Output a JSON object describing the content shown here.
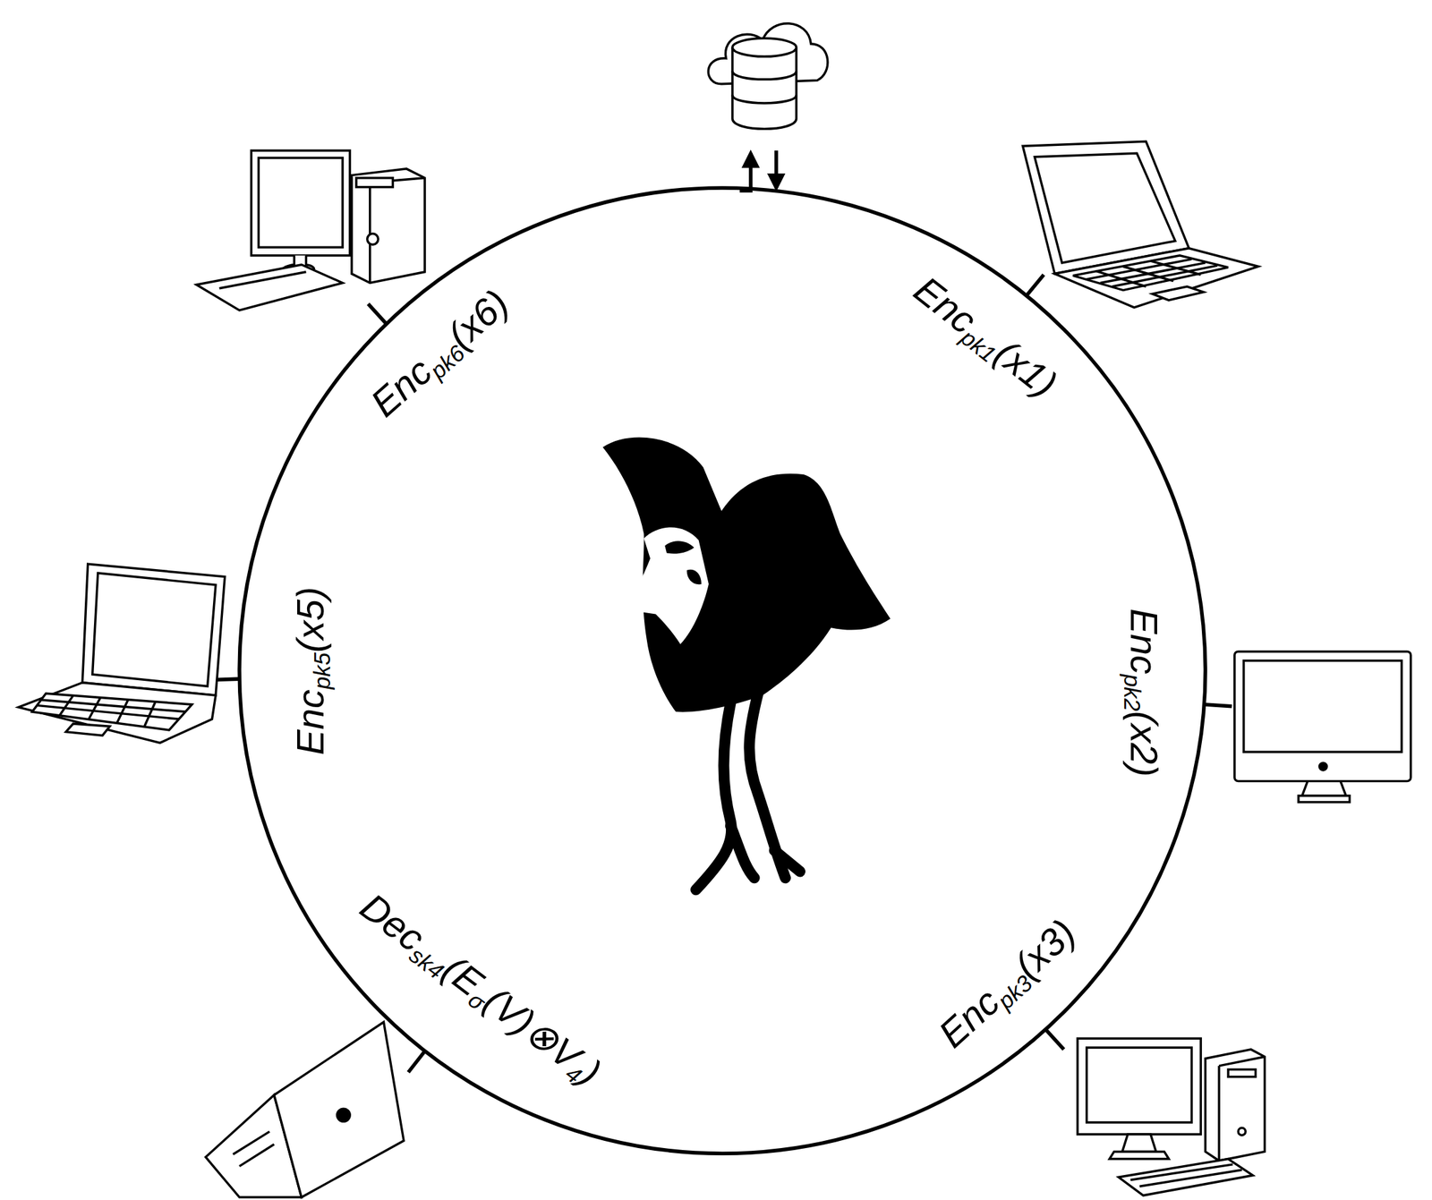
{
  "diagram": {
    "labels": [
      "Enc",
      "pk1",
      "(x1)",
      "Enc",
      "pk2",
      "(x2)",
      "Enc",
      "pk3",
      "(x3)",
      "Dec",
      "sk4",
      "(E",
      "σ",
      "(V)⊗V",
      "4",
      ")",
      "Enc",
      "pk5",
      "(x5)",
      "Enc",
      "pk6",
      "(x6)"
    ]
  }
}
